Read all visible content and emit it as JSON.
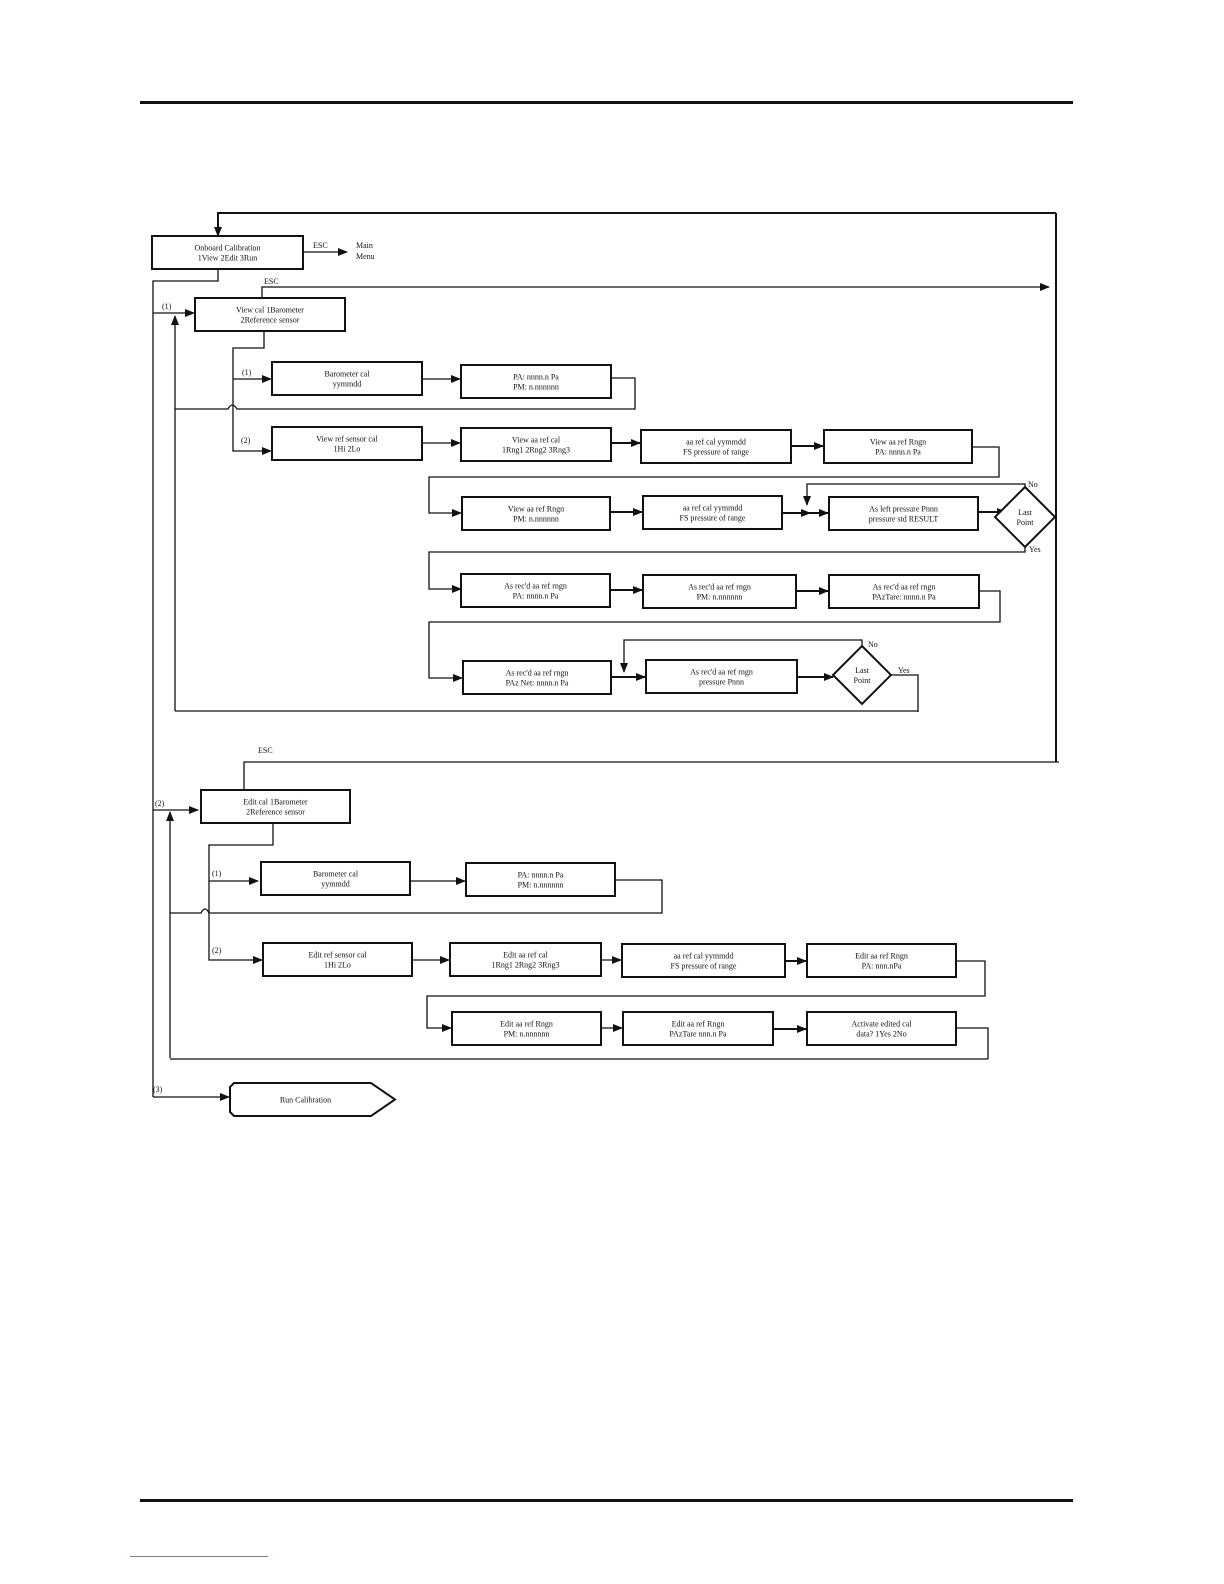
{
  "nodes": {
    "onboard": [
      "Onboard Calibration",
      "1View  2Edit  3Run"
    ],
    "main_menu": [
      "Main",
      "Menu"
    ],
    "view_cal": [
      "View cal  1Barometer",
      "2Reference sensor"
    ],
    "v_baro_cal": [
      "Barometer cal",
      "yymmdd"
    ],
    "v_baro_vals": [
      "PA:  nnnn.n Pa",
      "PM:  n.nnnnnn"
    ],
    "v_ref_sensor": [
      "View ref sensor cal",
      "1Hi  2Lo"
    ],
    "v_aa_ref_cal": [
      "View aa ref cal",
      "1Rng1  2Rng2  3Rng3"
    ],
    "v_aa_date": [
      "aa ref cal yymmdd",
      "FS pressure of range"
    ],
    "v_rngn_pa": [
      "View aa ref Rngn",
      "PA:  nnnn.n Pa"
    ],
    "v_rngn_pm": [
      "View aa ref Rngn",
      "PM:  n.nnnnnn"
    ],
    "v_aa_date2": [
      "aa ref cal yymmdd",
      "FS pressure of range"
    ],
    "v_as_left": [
      "As left pressure Pnnn",
      "pressure std RESULT"
    ],
    "v_last1": [
      "Last",
      "Point"
    ],
    "v_recd_pa": [
      "As rec'd aa ref rngn",
      "PA:  nnnn.n Pa"
    ],
    "v_recd_pm": [
      "As rec'd aa ref rngn",
      "PM:  n.nnnnnn"
    ],
    "v_recd_tare": [
      "As rec'd aa ref rngn",
      "PAzTare:  nnnn.n Pa"
    ],
    "v_recd_net": [
      "As rec'd aa ref rngn",
      "PAz Net:  nnnn.n Pa"
    ],
    "v_recd_pres": [
      "As rec'd aa ref rngn",
      "pressure Pnnn"
    ],
    "v_last2": [
      "Last",
      "Point"
    ],
    "edit_cal": [
      "Edit cal  1Barometer",
      "2Reference sensor"
    ],
    "e_baro_cal": [
      "Barometer cal",
      "yymmdd"
    ],
    "e_baro_vals": [
      "PA:  nnnn.n Pa",
      "PM:  n.nnnnnn"
    ],
    "e_ref_sensor": [
      "Edit ref sensor cal",
      "1Hi  2Lo"
    ],
    "e_aa_ref_cal": [
      "Edit aa ref cal",
      "1Rng1  2Rng2  3Rng3"
    ],
    "e_aa_date": [
      "aa ref cal  yymmdd",
      "FS pressure of range"
    ],
    "e_rngn_pa": [
      "Edit aa ref Rngn",
      "PA:  nnn.nPa"
    ],
    "e_rngn_pm": [
      "Edit aa ref Rngn",
      "PM:  n.nnnnnn"
    ],
    "e_tare": [
      "Edit aa  ref Rngn",
      "PAzTare nnn.n Pa"
    ],
    "e_activate": [
      "Activate edited cal",
      "data?  1Yes  2No"
    ],
    "run_cal": [
      "Run Calibration"
    ]
  },
  "labels": {
    "esc_main": "ESC",
    "esc_view": "ESC",
    "esc_edit": "ESC",
    "opt_1_view": "(1)",
    "opt_2_edit": "(2)",
    "opt_3_run": "(3)",
    "v_opt_1": "(1)",
    "v_opt_2": "(2)",
    "e_opt_1": "(1)",
    "e_opt_2": "(2)",
    "no_1": "No",
    "yes_1": "Yes",
    "no_2": "No",
    "yes_2": "Yes"
  }
}
